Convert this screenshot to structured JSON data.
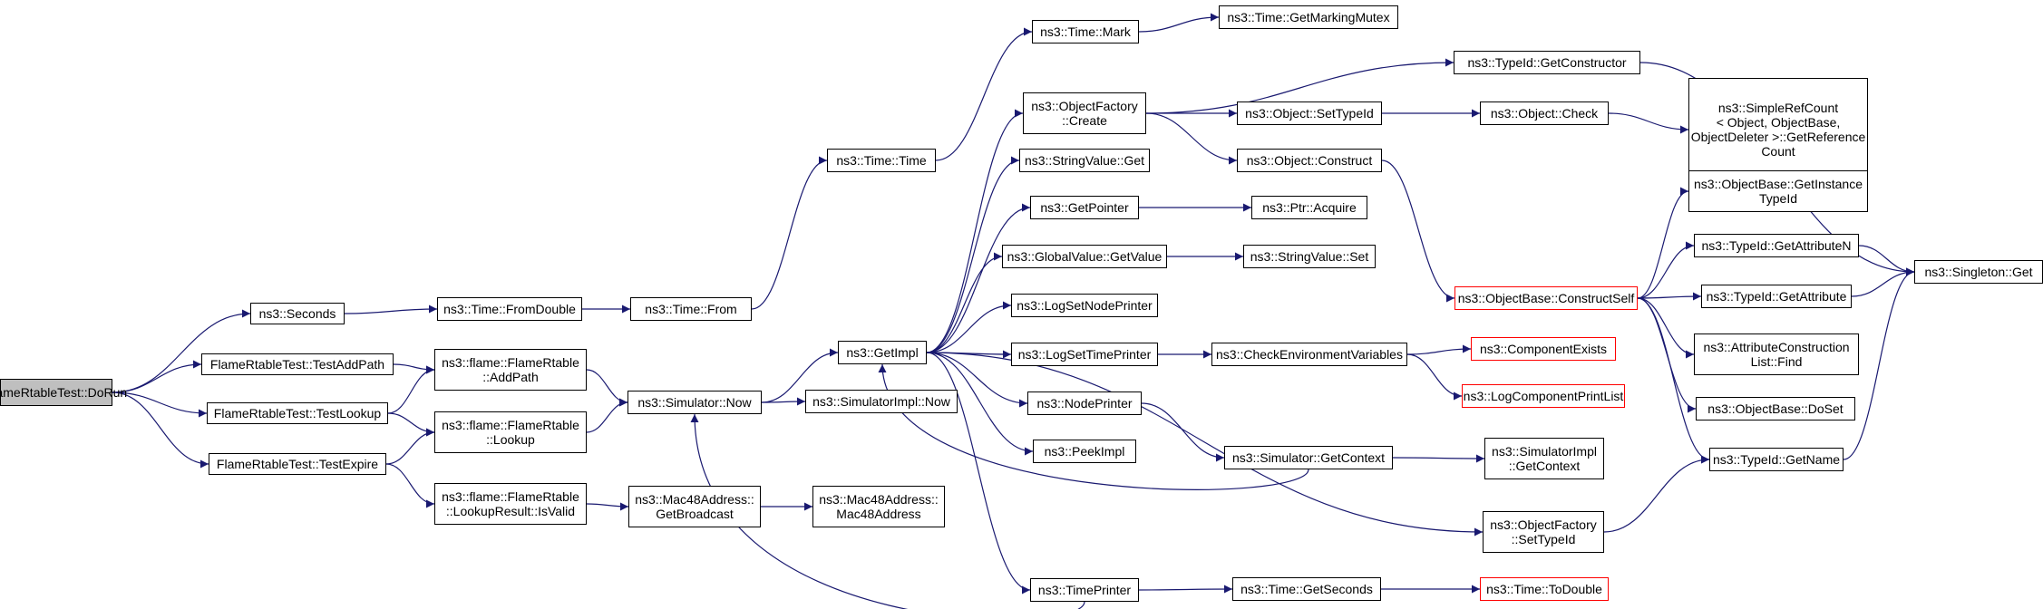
{
  "graph": {
    "colors": {
      "edge": "#191970",
      "node_border": "#000000",
      "truncated_border": "#ff0000",
      "root_fill": "#bfbfbf"
    },
    "nodes": [
      {
        "id": "doRun",
        "label": "FlameRtableTest::DoRun",
        "root": true
      },
      {
        "id": "seconds",
        "label": "ns3::Seconds"
      },
      {
        "id": "testAddPath",
        "label": "FlameRtableTest::TestAddPath"
      },
      {
        "id": "testLookup",
        "label": "FlameRtableTest::TestLookup"
      },
      {
        "id": "testExpire",
        "label": "FlameRtableTest::TestExpire"
      },
      {
        "id": "fromDouble",
        "label": "ns3::Time::FromDouble"
      },
      {
        "id": "from",
        "label": "ns3::Time::From"
      },
      {
        "id": "timeTime",
        "label": "ns3::Time::Time"
      },
      {
        "id": "mark",
        "label": "ns3::Time::Mark"
      },
      {
        "id": "markingMutex",
        "label": "ns3::Time::GetMarkingMutex"
      },
      {
        "id": "addPath",
        "label": "ns3::flame::FlameRtable\n::AddPath"
      },
      {
        "id": "lookup",
        "label": "ns3::flame::FlameRtable\n::Lookup"
      },
      {
        "id": "isValid",
        "label": "ns3::flame::FlameRtable\n::LookupResult::IsValid"
      },
      {
        "id": "simNow",
        "label": "ns3::Simulator::Now"
      },
      {
        "id": "getBroadcast",
        "label": "ns3::Mac48Address::\nGetBroadcast"
      },
      {
        "id": "mac48",
        "label": "ns3::Mac48Address::\nMac48Address"
      },
      {
        "id": "getImpl",
        "label": "ns3::GetImpl"
      },
      {
        "id": "simImplNow",
        "label": "ns3::SimulatorImpl::Now"
      },
      {
        "id": "ofCreate",
        "label": "ns3::ObjectFactory\n::Create"
      },
      {
        "id": "svGet",
        "label": "ns3::StringValue::Get"
      },
      {
        "id": "getPointer",
        "label": "ns3::GetPointer"
      },
      {
        "id": "gvGetValue",
        "label": "ns3::GlobalValue::GetValue"
      },
      {
        "id": "logSetNodePrinter",
        "label": "ns3::LogSetNodePrinter"
      },
      {
        "id": "logSetTimePrinter",
        "label": "ns3::LogSetTimePrinter"
      },
      {
        "id": "nodePrinter",
        "label": "ns3::NodePrinter"
      },
      {
        "id": "peekImpl",
        "label": "ns3::PeekImpl"
      },
      {
        "id": "timePrinter",
        "label": "ns3::TimePrinter"
      },
      {
        "id": "getConstructor",
        "label": "ns3::TypeId::GetConstructor"
      },
      {
        "id": "setTypeIdObj",
        "label": "ns3::Object::SetTypeId"
      },
      {
        "id": "construct",
        "label": "ns3::Object::Construct"
      },
      {
        "id": "ptrAcquire",
        "label": "ns3::Ptr::Acquire"
      },
      {
        "id": "svSet",
        "label": "ns3::StringValue::Set"
      },
      {
        "id": "checkEnv",
        "label": "ns3::CheckEnvironmentVariables"
      },
      {
        "id": "getContext",
        "label": "ns3::Simulator::GetContext"
      },
      {
        "id": "ofSetTypeId",
        "label": "ns3::ObjectFactory\n::SetTypeId"
      },
      {
        "id": "getSeconds",
        "label": "ns3::Time::GetSeconds"
      },
      {
        "id": "objCheck",
        "label": "ns3::Object::Check"
      },
      {
        "id": "constructSelf",
        "label": "ns3::ObjectBase::ConstructSelf",
        "red": true
      },
      {
        "id": "componentExists",
        "label": "ns3::ComponentExists",
        "red": true
      },
      {
        "id": "logComponentPrintList",
        "label": "ns3::LogComponentPrintList",
        "red": true
      },
      {
        "id": "simImplGetContext",
        "label": "ns3::SimulatorImpl\n::GetContext"
      },
      {
        "id": "toDouble",
        "label": "ns3::Time::ToDouble",
        "red": true
      },
      {
        "id": "getReferenceCount",
        "label": "ns3::SimpleRefCount\n< Object, ObjectBase,\nObjectDeleter >::GetReference\nCount"
      },
      {
        "id": "getInstanceTypeId",
        "label": "ns3::ObjectBase::GetInstance\nTypeId"
      },
      {
        "id": "getAttributeN",
        "label": "ns3::TypeId::GetAttributeN"
      },
      {
        "id": "getAttribute",
        "label": "ns3::TypeId::GetAttribute"
      },
      {
        "id": "attrFind",
        "label": "ns3::AttributeConstruction\nList::Find"
      },
      {
        "id": "doSet",
        "label": "ns3::ObjectBase::DoSet"
      },
      {
        "id": "getName",
        "label": "ns3::TypeId::GetName"
      },
      {
        "id": "singletonGet",
        "label": "ns3::Singleton::Get"
      }
    ],
    "edges": [
      [
        "doRun",
        "seconds"
      ],
      [
        "doRun",
        "testAddPath"
      ],
      [
        "doRun",
        "testLookup"
      ],
      [
        "doRun",
        "testExpire"
      ],
      [
        "seconds",
        "fromDouble"
      ],
      [
        "fromDouble",
        "from"
      ],
      [
        "from",
        "timeTime"
      ],
      [
        "timeTime",
        "mark"
      ],
      [
        "mark",
        "markingMutex"
      ],
      [
        "testAddPath",
        "addPath"
      ],
      [
        "testLookup",
        "addPath"
      ],
      [
        "testLookup",
        "lookup"
      ],
      [
        "testExpire",
        "lookup"
      ],
      [
        "testExpire",
        "isValid"
      ],
      [
        "addPath",
        "simNow"
      ],
      [
        "lookup",
        "simNow"
      ],
      [
        "isValid",
        "getBroadcast"
      ],
      [
        "getBroadcast",
        "mac48"
      ],
      [
        "simNow",
        "getImpl"
      ],
      [
        "simNow",
        "simImplNow"
      ],
      [
        "getImpl",
        "ofCreate"
      ],
      [
        "getImpl",
        "svGet"
      ],
      [
        "getImpl",
        "getPointer"
      ],
      [
        "getImpl",
        "gvGetValue"
      ],
      [
        "getImpl",
        "logSetNodePrinter"
      ],
      [
        "getImpl",
        "logSetTimePrinter"
      ],
      [
        "getImpl",
        "nodePrinter"
      ],
      [
        "getImpl",
        "peekImpl"
      ],
      [
        "getImpl",
        "timePrinter"
      ],
      [
        "getImpl",
        "ofSetTypeId"
      ],
      [
        "ofCreate",
        "getConstructor"
      ],
      [
        "ofCreate",
        "setTypeIdObj"
      ],
      [
        "ofCreate",
        "construct"
      ],
      [
        "getPointer",
        "ptrAcquire"
      ],
      [
        "gvGetValue",
        "svSet"
      ],
      [
        "logSetTimePrinter",
        "checkEnv"
      ],
      [
        "nodePrinter",
        "getContext"
      ],
      [
        "timePrinter",
        "getSeconds"
      ],
      [
        "timePrinter",
        "simNow"
      ],
      [
        "getContext",
        "simImplGetContext"
      ],
      [
        "getContext",
        "getImpl"
      ],
      [
        "checkEnv",
        "componentExists"
      ],
      [
        "checkEnv",
        "logComponentPrintList"
      ],
      [
        "getSeconds",
        "toDouble"
      ],
      [
        "setTypeIdObj",
        "objCheck"
      ],
      [
        "objCheck",
        "getReferenceCount"
      ],
      [
        "construct",
        "constructSelf"
      ],
      [
        "getConstructor",
        "singletonGet"
      ],
      [
        "constructSelf",
        "getInstanceTypeId"
      ],
      [
        "constructSelf",
        "getAttributeN"
      ],
      [
        "constructSelf",
        "getAttribute"
      ],
      [
        "constructSelf",
        "attrFind"
      ],
      [
        "constructSelf",
        "doSet"
      ],
      [
        "constructSelf",
        "getName"
      ],
      [
        "getAttributeN",
        "singletonGet"
      ],
      [
        "getAttribute",
        "singletonGet"
      ],
      [
        "getName",
        "singletonGet"
      ],
      [
        "ofSetTypeId",
        "getName"
      ]
    ]
  }
}
